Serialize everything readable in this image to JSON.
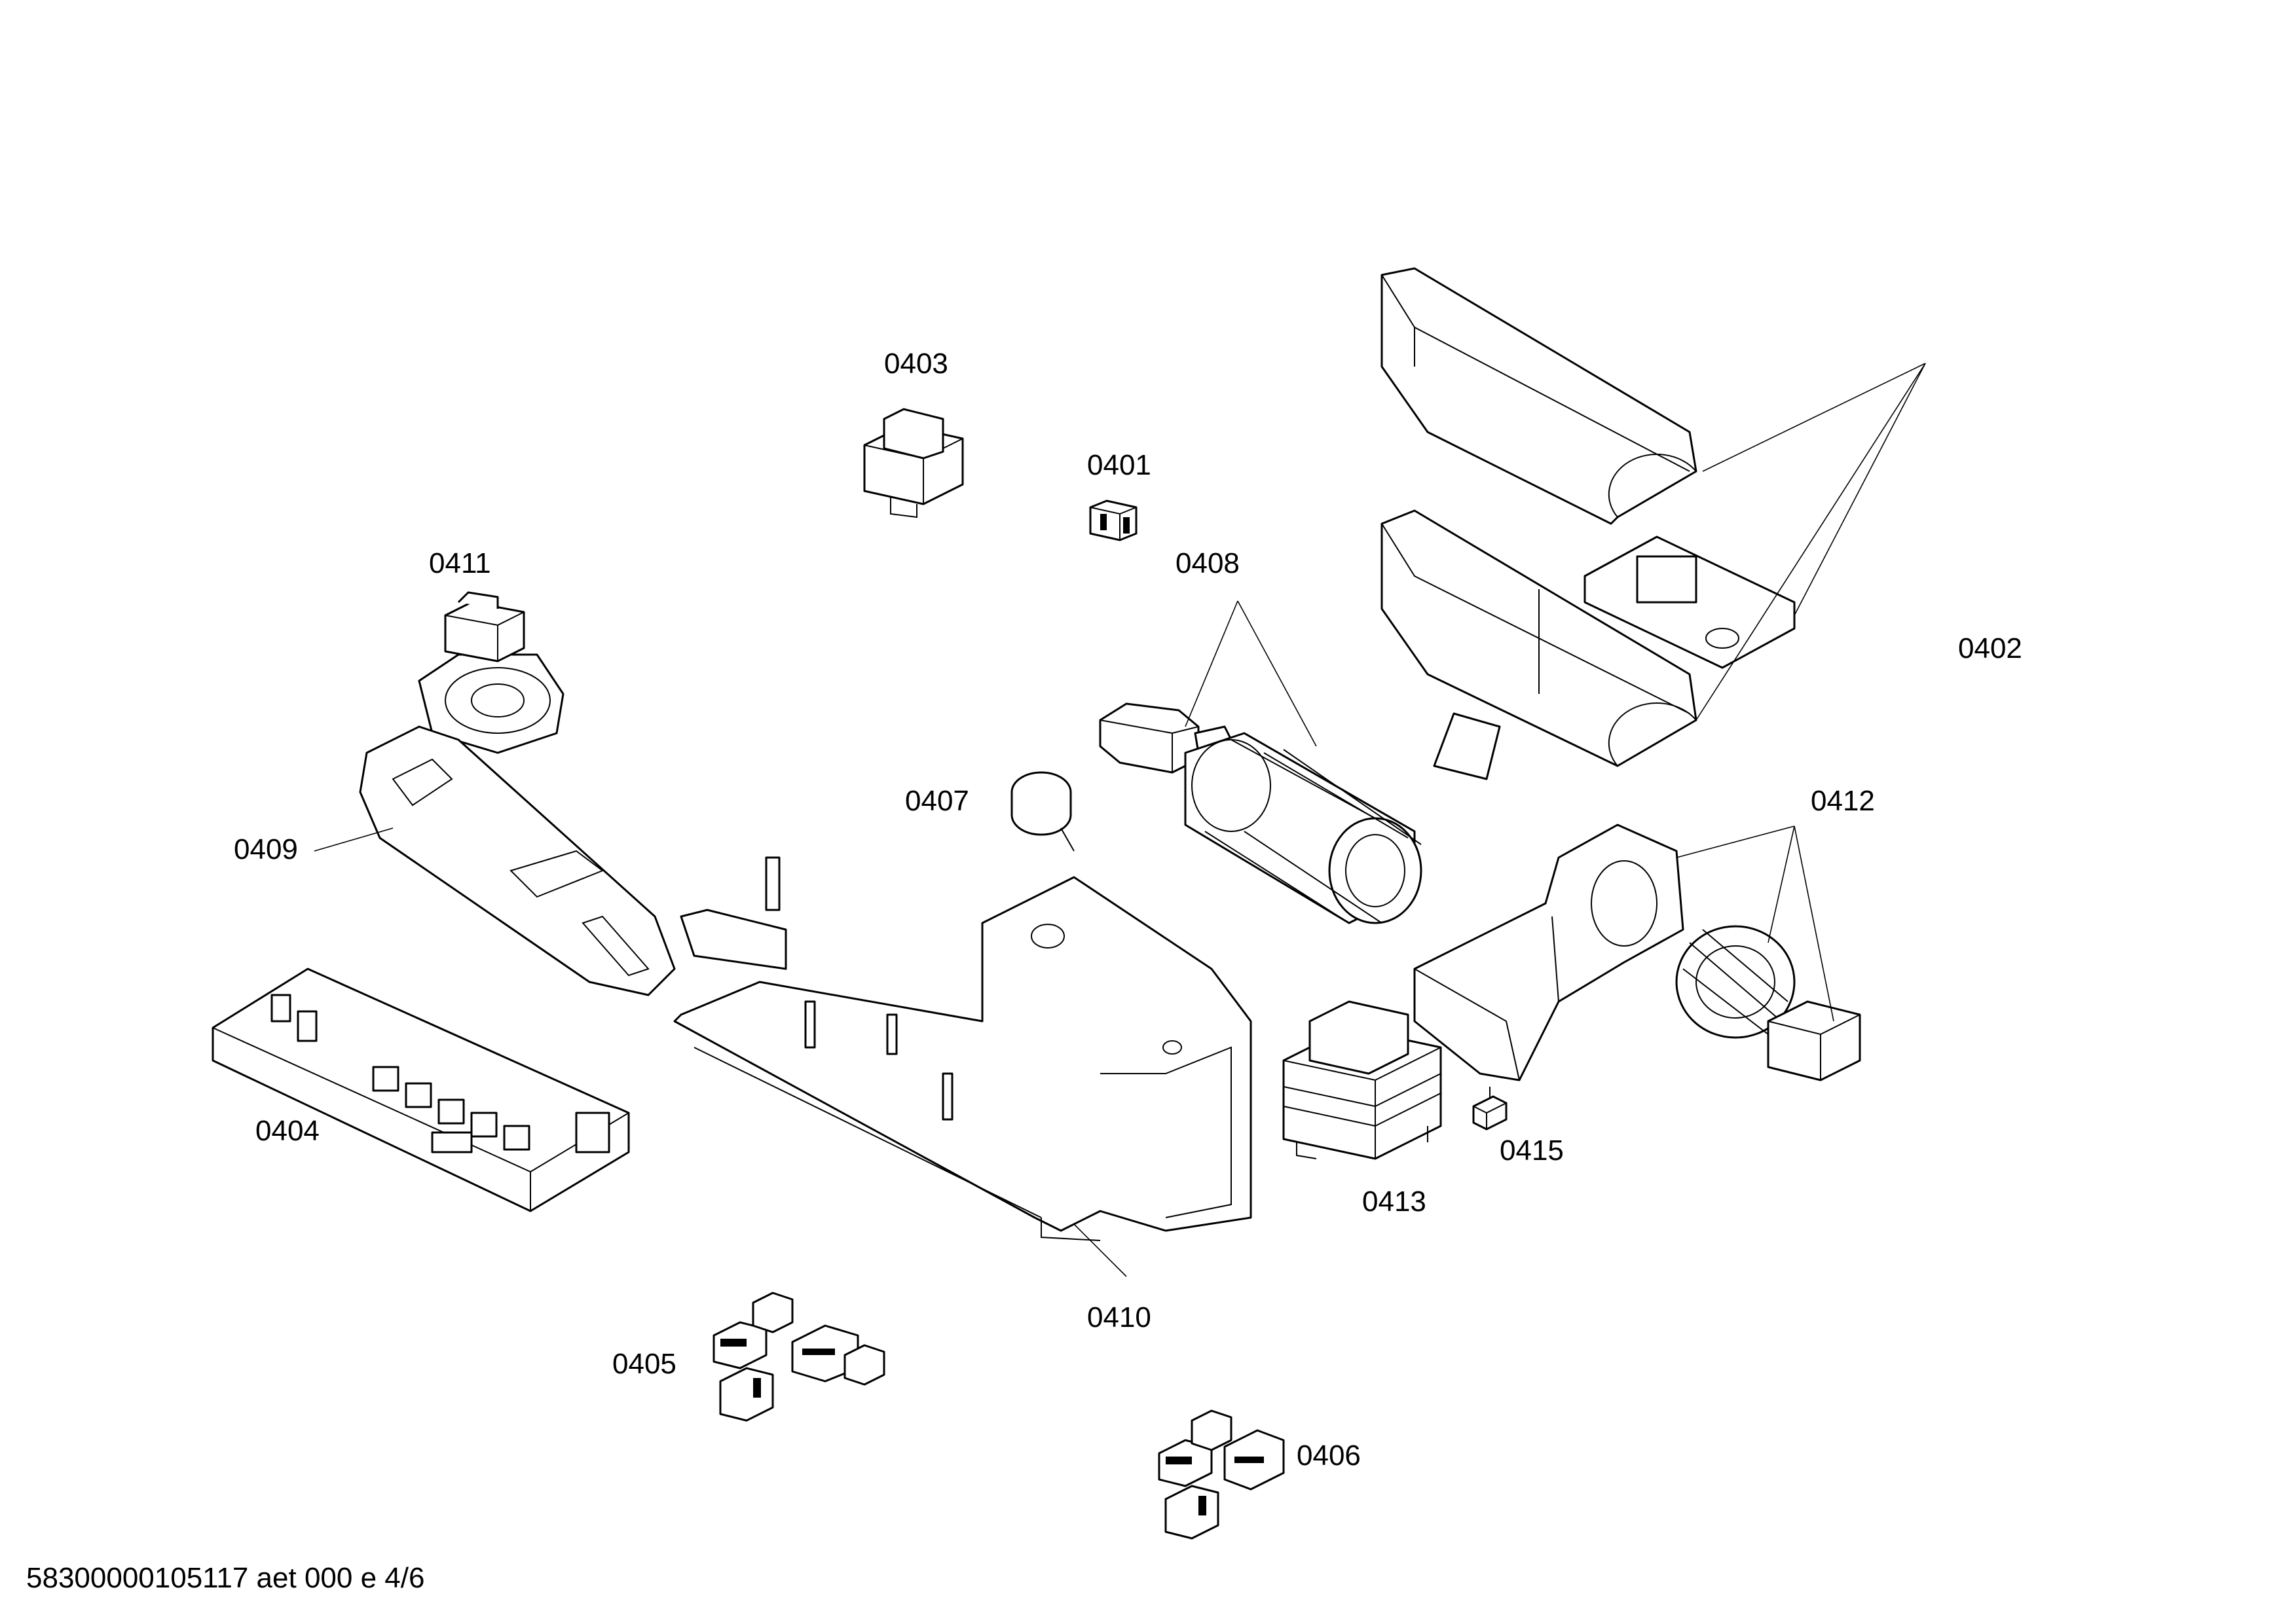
{
  "parts": [
    {
      "id": "p0401",
      "label": "0401"
    },
    {
      "id": "p0402",
      "label": "0402"
    },
    {
      "id": "p0403",
      "label": "0403"
    },
    {
      "id": "p0404",
      "label": "0404"
    },
    {
      "id": "p0405",
      "label": "0405"
    },
    {
      "id": "p0406",
      "label": "0406"
    },
    {
      "id": "p0407",
      "label": "0407"
    },
    {
      "id": "p0408",
      "label": "0408"
    },
    {
      "id": "p0409",
      "label": "0409"
    },
    {
      "id": "p0410",
      "label": "0410"
    },
    {
      "id": "p0411",
      "label": "0411"
    },
    {
      "id": "p0412",
      "label": "0412"
    },
    {
      "id": "p0413",
      "label": "0413"
    },
    {
      "id": "p0415",
      "label": "0415"
    }
  ],
  "footer": "58300000105117 aet 000 e 4/6"
}
